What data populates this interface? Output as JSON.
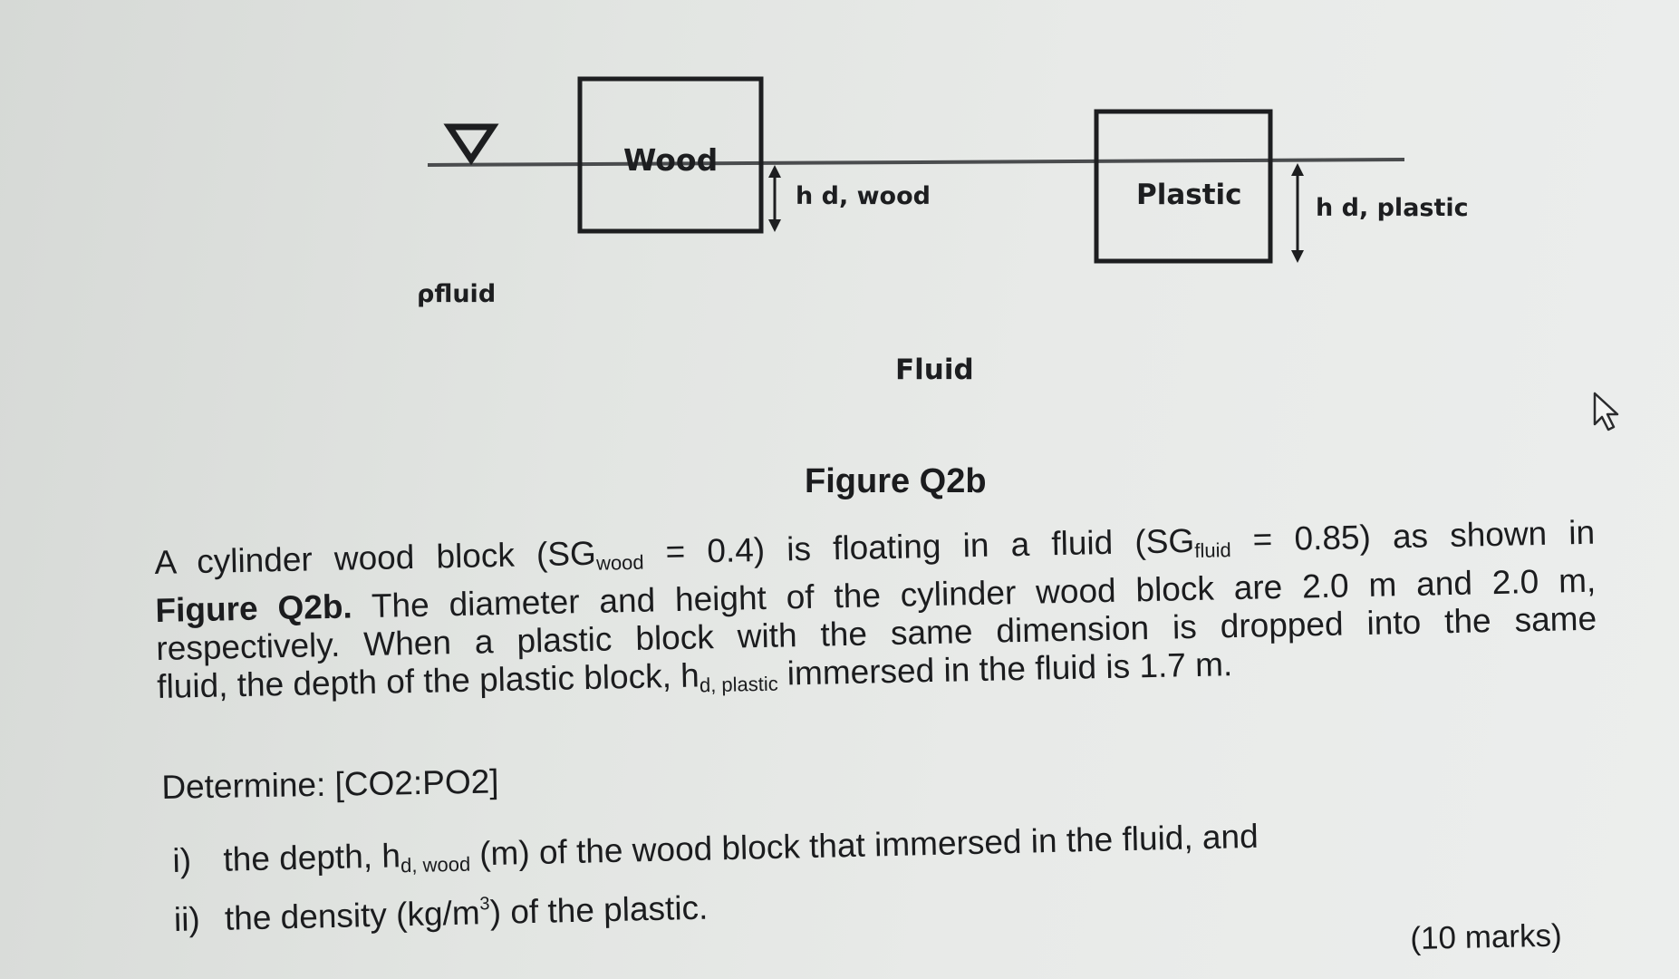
{
  "figure": {
    "wood_label": "Wood",
    "plastic_label": "Plastic",
    "h_wood_label": "h d, wood",
    "h_plastic_label": "h d, plastic",
    "rho_label": "ρfluid",
    "fluid_label": "Fluid",
    "surface_symbol": "free-surface-triangle-icon",
    "cursor_icon": "mouse-pointer-icon"
  },
  "caption": "Figure Q2b",
  "paragraph": {
    "l1_a": "A cylinder wood block (SG",
    "l1_sub1": "wood",
    "l1_b": " = 0.4) is floating in a fluid (SG",
    "l1_sub2": "fluid",
    "l1_c": " = 0.85) as shown in",
    "l2_bold": "Figure Q2b.",
    "l2_rest": " The diameter and height of the cylinder wood block are 2.0 m and 2.0 m,",
    "l3": "respectively. When a plastic block with the same dimension is dropped into the same",
    "l4_a": "fluid, the depth of the plastic block, h",
    "l4_sub": "d, plastic",
    "l4_b": " immersed in the fluid is 1.7 m."
  },
  "determine": "Determine: [CO2:PO2]",
  "questions": {
    "q1_num": "i)",
    "q1_a": "the depth, h",
    "q1_sub": "d, wood",
    "q1_b": " (m) of the wood block that immersed in the fluid, and",
    "q2_num": "ii)",
    "q2_a": "the density (kg/m",
    "q2_sup": "3",
    "q2_b": ") of the plastic."
  },
  "marks": "(10 marks)"
}
